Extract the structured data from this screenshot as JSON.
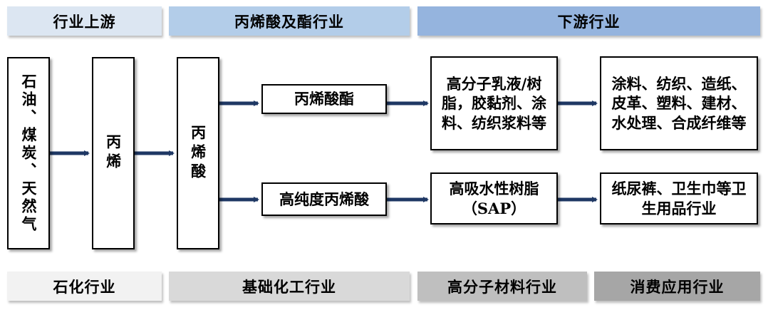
{
  "top_bands": [
    {
      "label": "行业上游",
      "color": "#dce6f2"
    },
    {
      "label": "丙烯酸及酯行业",
      "color": "#b3cde9"
    },
    {
      "label": "下游行业",
      "color": "#95b4de"
    }
  ],
  "bottom_bands": [
    {
      "label": "石化行业",
      "color": "#f2f2f2"
    },
    {
      "label": "基础化工行业",
      "color": "#d9d9d9"
    },
    {
      "label": "高分子材料行业",
      "color": "#bfbfbf"
    },
    {
      "label": "消费应用行业",
      "color": "#a6a6a6"
    }
  ],
  "nodes": {
    "raw": "石油、煤炭、天然气",
    "propylene": "丙烯",
    "acrylic_acid": "丙烯酸",
    "acrylate": "丙烯酸酯",
    "hp_acid": "高纯度丙烯酸",
    "polymer_emulsion": "高分子乳液/树脂，胶黏剂、涂料、纺织浆料等",
    "sap": "高吸水性树脂（SAP）",
    "coatings_apps": "涂料、纺织、造纸、皮革、塑料、建材、水处理、合成纤维等",
    "hygiene": "纸尿裤、卫生巾等卫生用品行业"
  },
  "colors": {
    "arrow": "#1f3864"
  }
}
